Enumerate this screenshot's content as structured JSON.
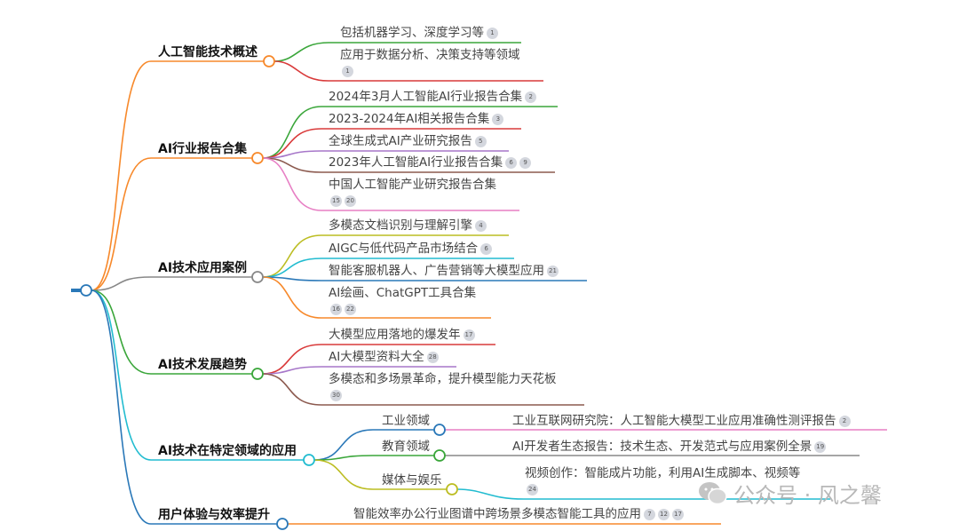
{
  "branches": [
    {
      "label": "人工智能技术概述",
      "color": "#f7892b",
      "children": [
        {
          "text": "包括机器学习、深度学习等",
          "badges": [
            "1"
          ],
          "color": "#3aa63a"
        },
        {
          "text": "应用于数据分析、决策支持等领域",
          "badges": [
            "1"
          ],
          "color": "#d93a3a"
        }
      ]
    },
    {
      "label": "AI行业报告合集",
      "color": "#f7892b",
      "children": [
        {
          "text": "2024年3月人工智能AI行业报告合集",
          "badges": [
            "2"
          ],
          "color": "#3aa63a"
        },
        {
          "text": "2023-2024年AI相关报告合集",
          "badges": [
            "3"
          ],
          "color": "#d93a3a"
        },
        {
          "text": "全球生成式AI产业研究报告",
          "badges": [
            "5"
          ],
          "color": "#a777c9"
        },
        {
          "text": "2023年人工智能AI行业报告合集",
          "badges": [
            "6",
            "9"
          ],
          "color": "#8c5a4f"
        },
        {
          "text": "中国人工智能产业研究报告合集",
          "badges": [
            "15",
            "20"
          ],
          "color": "#e77fc4"
        }
      ]
    },
    {
      "label": "AI技术应用案例",
      "color": "#888888",
      "children": [
        {
          "text": "多模态文档识别与理解引擎",
          "badges": [
            "4"
          ],
          "color": "#bcbd22"
        },
        {
          "text": "AIGC与低代码产品市场结合",
          "badges": [
            "6"
          ],
          "color": "#22bcd0"
        },
        {
          "text": "智能客服机器人、广告营销等大模型应用",
          "badges": [
            "21"
          ],
          "color": "#2a78b8"
        },
        {
          "text": "AI绘画、ChatGPT工具合集",
          "badges": [
            "16",
            "22"
          ],
          "color": "#f7892b"
        }
      ]
    },
    {
      "label": "AI技术发展趋势",
      "color": "#3aa63a",
      "children": [
        {
          "text": "大模型应用落地的爆发年",
          "badges": [
            "17"
          ],
          "color": "#d93a3a"
        },
        {
          "text": "AI大模型资料大全",
          "badges": [
            "28"
          ],
          "color": "#a777c9"
        },
        {
          "text": "多模态和多场景革命，提升模型能力天花板",
          "badges": [
            "30"
          ],
          "color": "#8c5a4f"
        }
      ]
    },
    {
      "label": "AI技术在特定领域的应用",
      "color": "#22bcd0",
      "children": [
        {
          "text": "工业领域",
          "color": "#2a78b8",
          "children": [
            {
              "text": "工业互联网研究院：人工智能大模型工业应用准确性测评报告",
              "badges": [
                "2"
              ],
              "color": "#e77fc4"
            }
          ]
        },
        {
          "text": "教育领域",
          "color": "#3aa63a",
          "children": [
            {
              "text": "AI开发者生态报告：技术生态、开发范式与应用案例全景",
              "badges": [
                "19"
              ],
              "color": "#888888"
            }
          ]
        },
        {
          "text": "媒体与娱乐",
          "color": "#bcbd22",
          "children": [
            {
              "text": "视频创作：智能成片功能，利用AI生成脚本、视频等",
              "badges": [
                "24"
              ],
              "color": "#22bcd0"
            }
          ]
        }
      ]
    },
    {
      "label": "用户体验与效率提升",
      "color": "#2a78b8",
      "children": [
        {
          "text": "智能效率办公行业图谱中跨场景多模态智能工具的应用",
          "badges": [
            "7",
            "12",
            "17"
          ],
          "color": "#f7892b"
        }
      ]
    }
  ],
  "root_color": "#2a78b8",
  "watermark": {
    "icon": "wechat-icon",
    "text": "公众号 · 风之馨"
  }
}
